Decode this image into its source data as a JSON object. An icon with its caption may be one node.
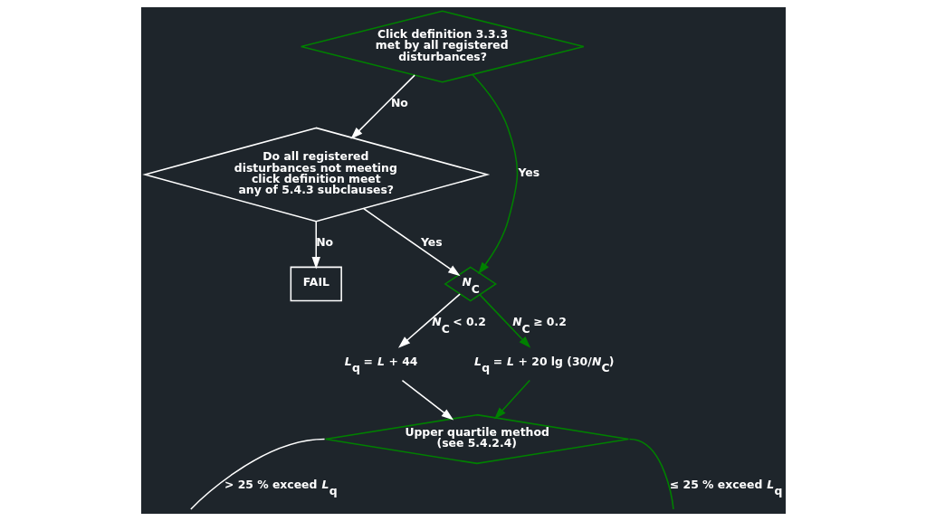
{
  "diagram": {
    "nodes": [
      {
        "text": [
          "Click definition 3.3.3 met by all registered disturbances?"
        ]
      },
      {
        "text": [
          "Do all registered disturbances not meeting click definition meet any of 5.4.3 subclauses?"
        ]
      },
      {
        "text": [
          "FAIL"
        ]
      },
      {
        "text": [
          "*N*$_{C}$"
        ]
      },
      {
        "text": [
          "*L*$_{q}$ = *L* + 44"
        ]
      },
      {
        "text": [
          "*L*$_{q}$ = *L* + 20 lg (30/*N*$_{C}$)"
        ]
      },
      {
        "text": [
          "Upper quartile method (see 5.4.2.4)"
        ]
      }
    ],
    "edges": [
      {
        "from": 0,
        "to": 1,
        "arrow": "to",
        "label": "No"
      },
      {
        "from": 0,
        "to": 3,
        "arrow": "to",
        "label": "Yes",
        "color": "#008000"
      },
      {
        "from": 1,
        "to": 2,
        "arrow": "to",
        "label": "No"
      },
      {
        "from": 1,
        "to": 3,
        "arrow": "to",
        "label": "Yes"
      },
      {
        "from": 3,
        "to": 4,
        "arrow": "to",
        "label": "*N*$_{C}$ < 0.2"
      },
      {
        "from": 3,
        "to": 5,
        "arrow": "to",
        "label": "*N*$_{C}$ ≥ 0.2",
        "color": "#008000"
      },
      {
        "from": 4,
        "to": 6,
        "arrow": "to"
      },
      {
        "from": 5,
        "to": 6,
        "arrow": "to",
        "color": "#008000"
      },
      {
        "from": 6,
        "to": null,
        "arrow": "none",
        "label": "> 25 % exceed *L*$_{q}$"
      },
      {
        "from": 6,
        "to": null,
        "arrow": "none",
        "label": "≤ 25 % exceed *L*$_{q}$",
        "color": "#008000"
      }
    ]
  }
}
